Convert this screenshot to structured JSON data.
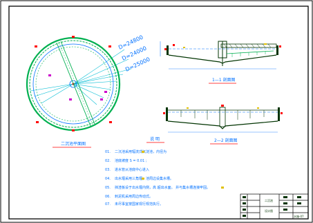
{
  "drawing": {
    "dim_labels": [
      "D=24800",
      "D=24000",
      "D=25000"
    ],
    "section_1_title": "1—1 剖面图",
    "section_2_title": "2—2 剖面图",
    "plan_title": "二沉池平面图",
    "notes_title": "说  明",
    "notes": [
      {
        "num": "01.",
        "text": "二沉池采用辐流式沉淀池，内径为"
      },
      {
        "num": "02.",
        "text": "池底坡度  S = 0.01 ;"
      },
      {
        "num": "03.",
        "text": "进水管从池底中心进入"
      },
      {
        "num": "04.",
        "text": "出水堰采用三角堰，池周边设集水槽。"
      },
      {
        "num": "05.",
        "text": "挡渣板设于出水堰内侧，高  超出水面。   并与集水槽连接牢固。"
      },
      {
        "num": "06.",
        "text": "刺泥机采用周边传动式。"
      },
      {
        "num": "07.",
        "text": "未尽事宜按国家现行规范执行。"
      }
    ],
    "title_block": {
      "title": "二沉池",
      "subtitle": "设计图",
      "sheet_no": "水施-07"
    }
  },
  "colors": {
    "background": "#ffffff",
    "frame": "#000000",
    "green": "#00b050",
    "blue": "#0070ff",
    "cyan": "#00bcd4",
    "red": "#ff0000",
    "magenta": "#cc00cc",
    "yellow": "#e0c000",
    "dark": "#003300"
  }
}
